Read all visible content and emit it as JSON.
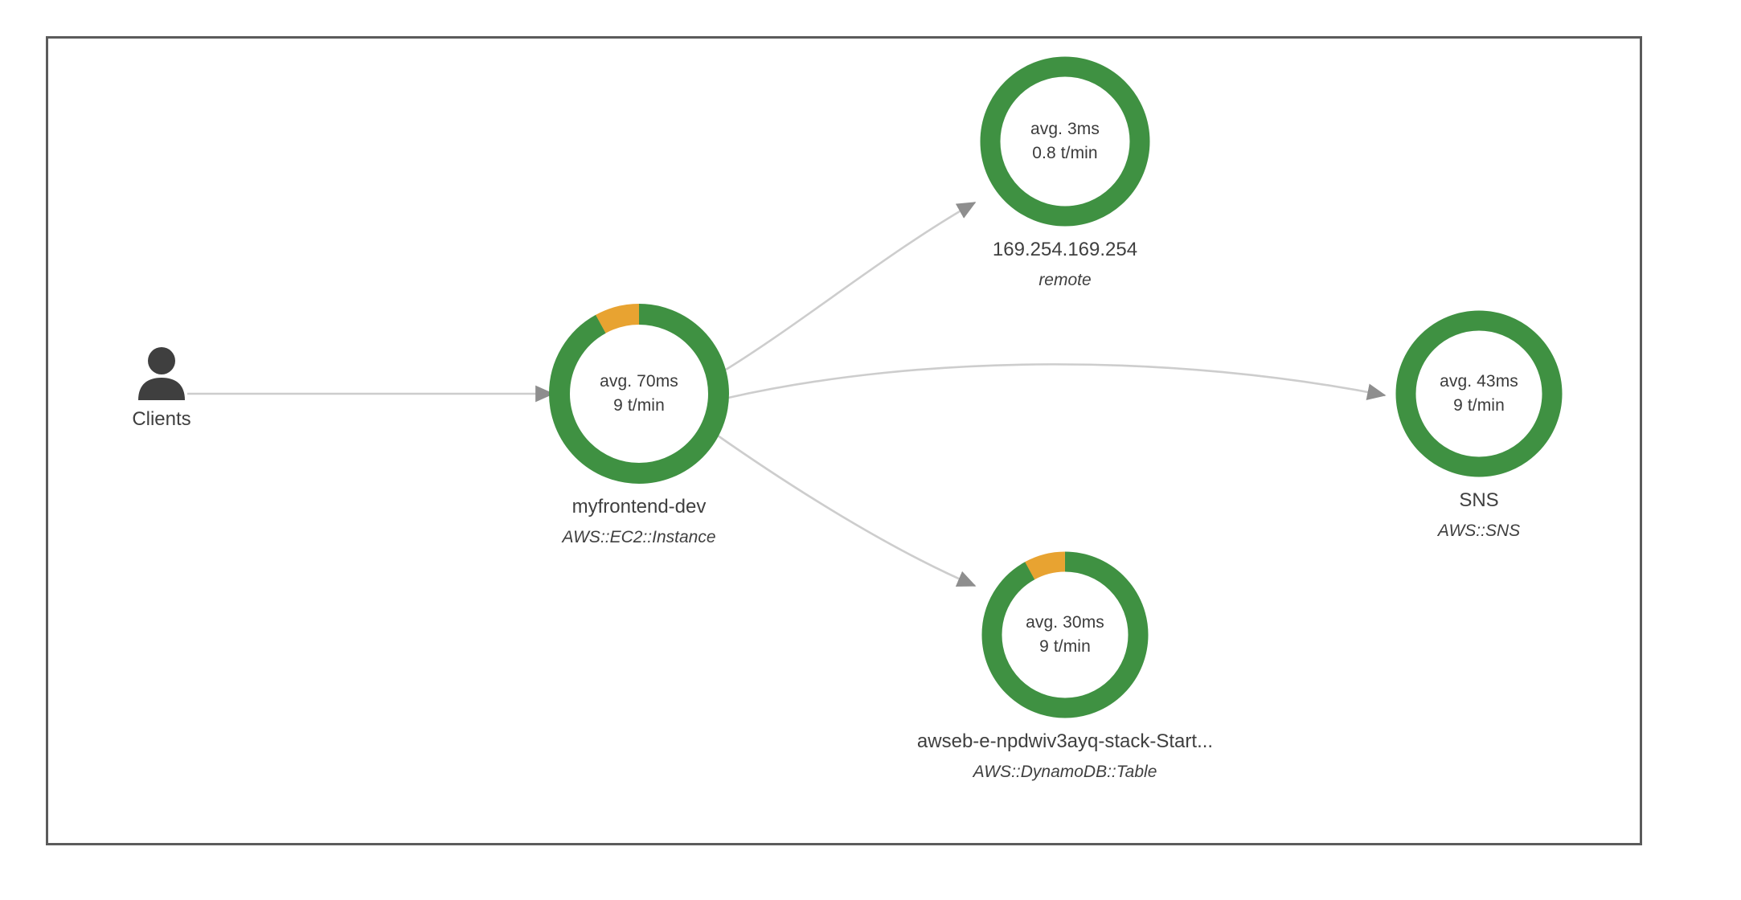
{
  "canvas": {
    "name": "service-map",
    "background": "#ffffff",
    "border_color": "#5b5b5b"
  },
  "colors": {
    "ok": "#3f9142",
    "warning": "#e8a331",
    "edge": "#cccccc",
    "arrow": "#8e8e8e",
    "label": "#3f3f3f",
    "stats": "#3b3b3b",
    "client_icon": "#3f3f3f"
  },
  "clients": {
    "label": "Clients",
    "icon": "person-icon"
  },
  "nodes": [
    {
      "id": "myfrontend-dev",
      "title": "myfrontend-dev",
      "type": "AWS::EC2::Instance",
      "latency": "avg. 70ms",
      "throughput": "9 t/min",
      "health": {
        "ok_pct": 92,
        "warning_pct": 8
      }
    },
    {
      "id": "169.254.169.254",
      "title": "169.254.169.254",
      "type": "remote",
      "latency": "avg. 3ms",
      "throughput": "0.8 t/min",
      "health": {
        "ok_pct": 100,
        "warning_pct": 0
      }
    },
    {
      "id": "sns",
      "title": "SNS",
      "type": "AWS::SNS",
      "latency": "avg. 43ms",
      "throughput": "9 t/min",
      "health": {
        "ok_pct": 100,
        "warning_pct": 0
      }
    },
    {
      "id": "dynamodb-table",
      "title": "awseb-e-npdwiv3ayq-stack-Start...",
      "type": "AWS::DynamoDB::Table",
      "latency": "avg. 30ms",
      "throughput": "9 t/min",
      "health": {
        "ok_pct": 92,
        "warning_pct": 8
      }
    }
  ],
  "edges": [
    {
      "from": "Clients",
      "to": "myfrontend-dev"
    },
    {
      "from": "myfrontend-dev",
      "to": "169.254.169.254"
    },
    {
      "from": "myfrontend-dev",
      "to": "SNS"
    },
    {
      "from": "myfrontend-dev",
      "to": "awseb-e-npdwiv3ayq-stack-Start..."
    }
  ]
}
